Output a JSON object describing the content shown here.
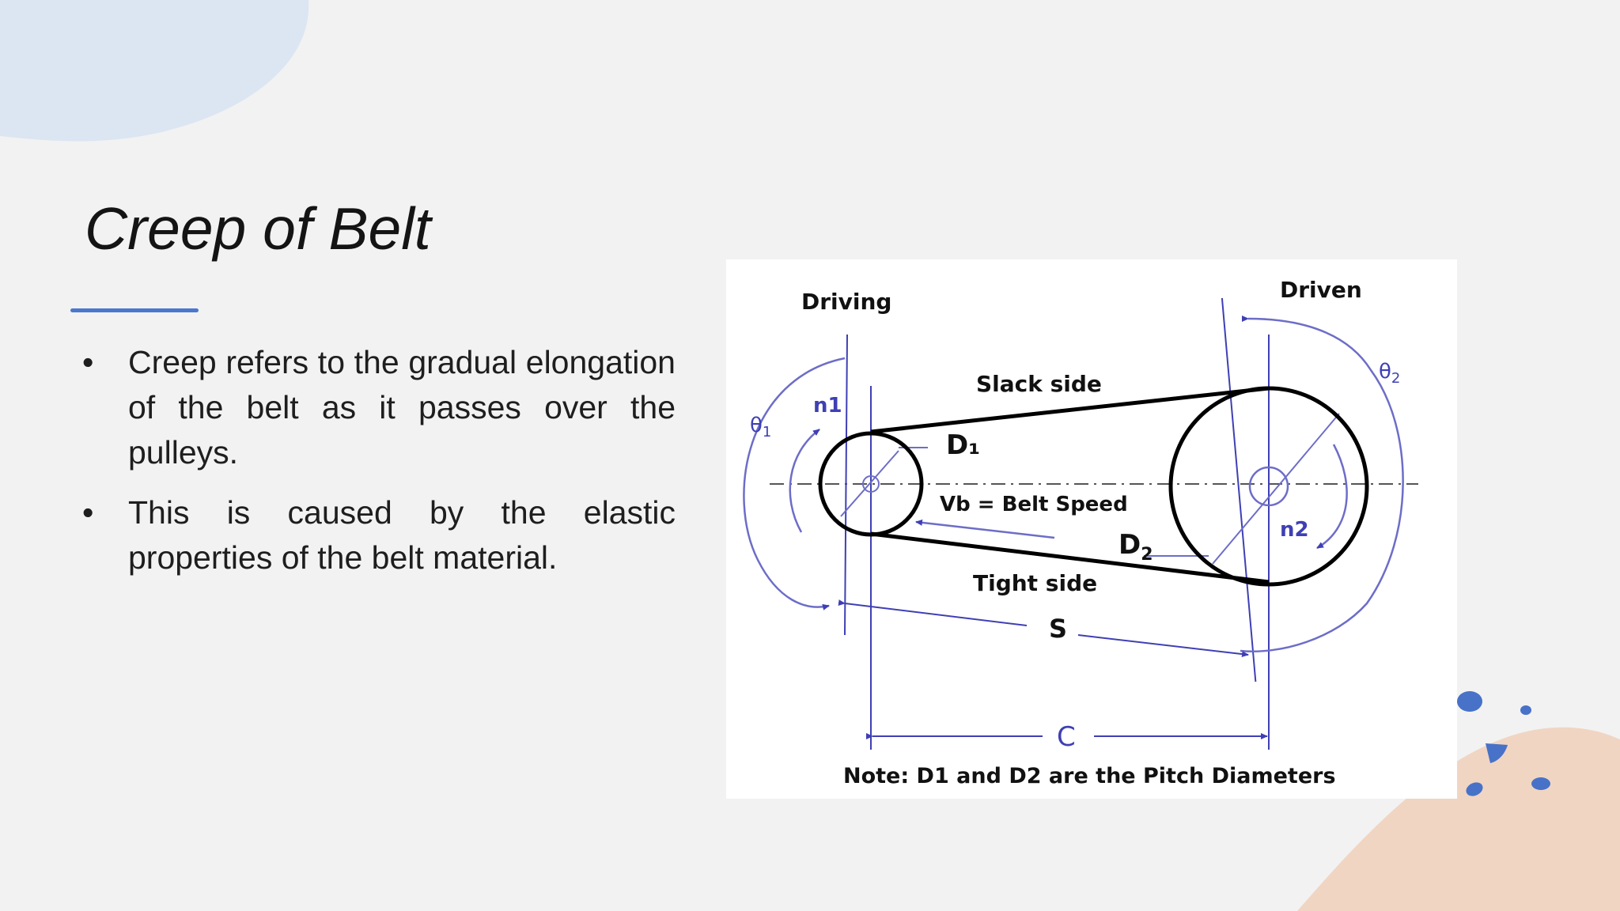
{
  "slide": {
    "title": "Creep of Belt",
    "accent_color": "#4a78cc",
    "bullets": [
      "Creep refers to the gradual elongation of the belt as it passes over the pulleys.",
      "This is caused by the elastic properties of the belt material."
    ],
    "bullet_symbol": "•"
  },
  "figure": {
    "label_driving": "Driving",
    "label_driven": "Driven",
    "label_slack": "Slack side",
    "label_tight": "Tight side",
    "label_speed": "Vb = Belt Speed",
    "label_d1": "D₁",
    "label_d2": "D",
    "label_d2_sub": "2",
    "label_n1": "n1",
    "label_n2": "n2",
    "label_theta1": "θ",
    "label_theta1_sub": "1",
    "label_theta2": "θ",
    "label_theta2_sub": "2",
    "label_s": "S",
    "label_c": "C",
    "note": "Note: D1 and D2 are the Pitch Diameters",
    "line_color": "#3f3fb5"
  }
}
